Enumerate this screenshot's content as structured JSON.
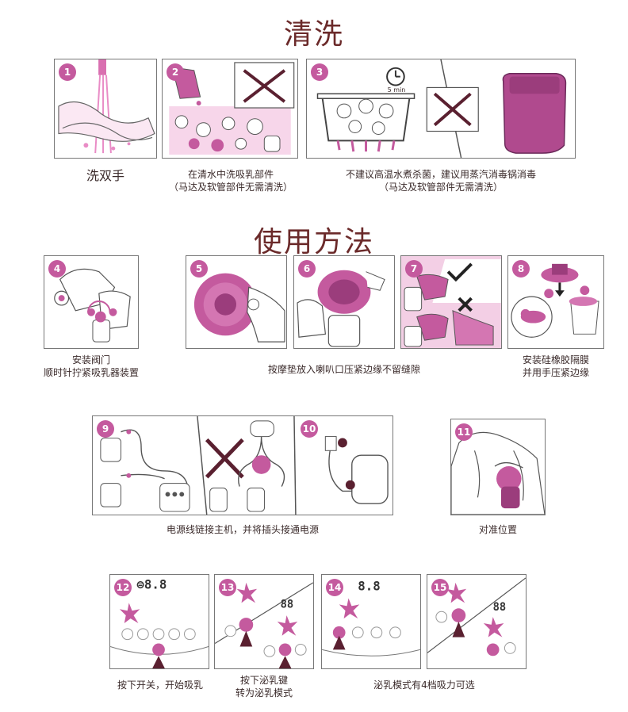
{
  "sections": {
    "cleaning_title": "清洗",
    "usage_title": "使用方法"
  },
  "colors": {
    "accent": "#c45a9e",
    "title": "#6b2a2a",
    "dark_x": "#5a2030"
  },
  "steps": {
    "s1": {
      "num": "1",
      "caption": "洗双手"
    },
    "s2": {
      "num": "2",
      "caption_l1": "在清水中洗吸乳部件",
      "caption_l2": "（马达及软管部件无需清洗）"
    },
    "s3": {
      "num": "3",
      "timer": "5 min",
      "caption_l1": "不建议高温水煮杀菌，建议用蒸汽消毒锅消毒",
      "caption_l2": "（马达及软管部件无需清洗）"
    },
    "s4": {
      "num": "4",
      "caption_l1": "安装阀门",
      "caption_l2": "顺时针拧紧吸乳器装置"
    },
    "s5": {
      "num": "5"
    },
    "s6": {
      "num": "6"
    },
    "s7": {
      "num": "7"
    },
    "s5_7_caption": "按摩垫放入喇叭口压紧边缘不留缝隙",
    "s8": {
      "num": "8",
      "caption_l1": "安装硅橡胶隔膜",
      "caption_l2": "并用手压紧边缘"
    },
    "s9": {
      "num": "9"
    },
    "s10": {
      "num": "10"
    },
    "s9_10_caption": "电源线链接主机，并将插头接通电源",
    "s11": {
      "num": "11",
      "caption": "对准位置"
    },
    "s12": {
      "num": "12",
      "caption": "按下开关，开始吸乳"
    },
    "s13": {
      "num": "13",
      "caption_l1": "按下泌乳键",
      "caption_l2": "转为泌乳模式"
    },
    "s14": {
      "num": "14"
    },
    "s15": {
      "num": "15"
    },
    "s14_15_caption": "泌乳模式有4档吸力可选"
  }
}
